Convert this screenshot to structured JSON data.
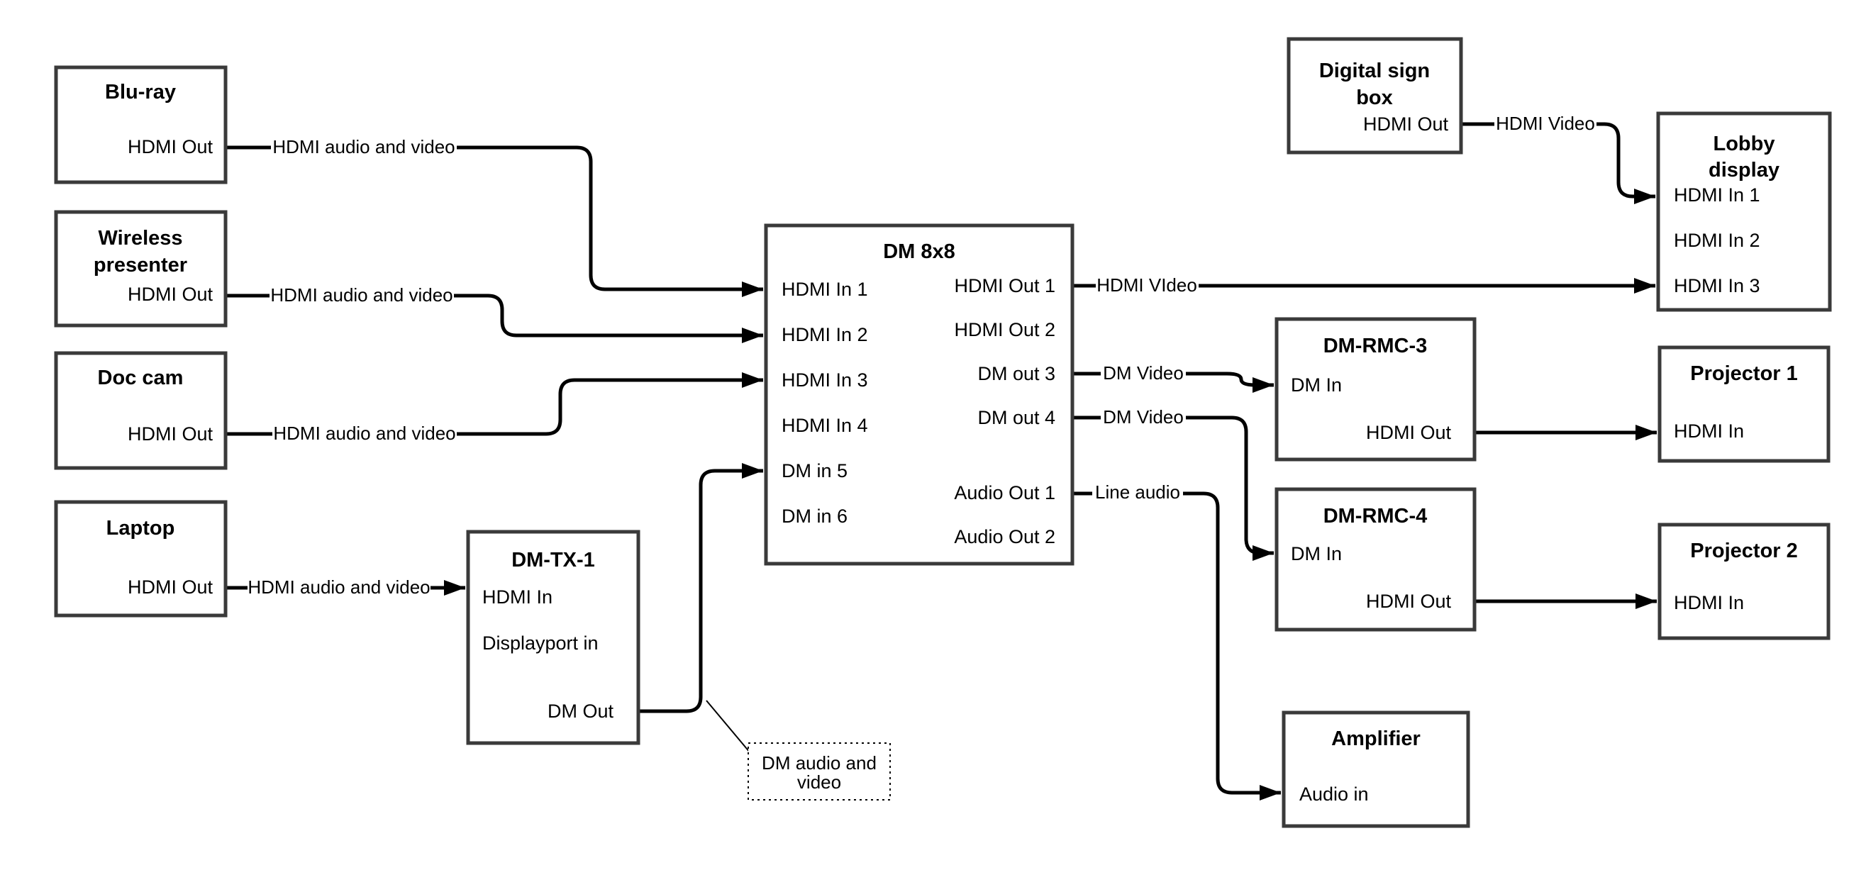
{
  "diagram": {
    "background": "#ffffff",
    "colors": {
      "connector": "#000000",
      "box_border": "#3a3a3a",
      "box_fill": "#ffffff",
      "text": "#000000"
    },
    "nodes": {
      "blu_ray": {
        "title": "Blu-ray",
        "ports": {
          "hdmi_out": "HDMI Out"
        }
      },
      "wireless_presenter": {
        "title_lines": [
          "Wireless",
          "presenter"
        ],
        "ports": {
          "hdmi_out": "HDMI Out"
        }
      },
      "doc_cam": {
        "title": "Doc cam",
        "ports": {
          "hdmi_out": "HDMI Out"
        }
      },
      "laptop": {
        "title": "Laptop",
        "ports": {
          "hdmi_out": "HDMI Out"
        }
      },
      "dm_tx_1": {
        "title": "DM-TX-1",
        "ports": {
          "hdmi_in": "HDMI In",
          "displayport_in": "Displayport in",
          "dm_out": "DM Out"
        }
      },
      "dm_8x8": {
        "title": "DM 8x8",
        "ports": {
          "hdmi_in_1": "HDMI In 1",
          "hdmi_in_2": "HDMI In 2",
          "hdmi_in_3": "HDMI In 3",
          "hdmi_in_4": "HDMI In 4",
          "dm_in_5": "DM in 5",
          "dm_in_6": "DM in 6",
          "hdmi_out_1": "HDMI Out 1",
          "hdmi_out_2": "HDMI Out 2",
          "dm_out_3": "DM out 3",
          "dm_out_4": "DM out 4",
          "audio_out_1": "Audio Out 1",
          "audio_out_2": "Audio Out 2"
        }
      },
      "digital_sign_box": {
        "title_lines": [
          "Digital sign",
          "box"
        ],
        "ports": {
          "hdmi_out": "HDMI Out"
        }
      },
      "lobby_display": {
        "title_lines": [
          "Lobby",
          "display"
        ],
        "ports": {
          "hdmi_in_1": "HDMI In 1",
          "hdmi_in_2": "HDMI In 2",
          "hdmi_in_3": "HDMI In 3"
        }
      },
      "dm_rmc_3": {
        "title": "DM-RMC-3",
        "ports": {
          "dm_in": "DM In",
          "hdmi_out": "HDMI Out"
        }
      },
      "dm_rmc_4": {
        "title": "DM-RMC-4",
        "ports": {
          "dm_in": "DM In",
          "hdmi_out": "HDMI Out"
        }
      },
      "projector_1": {
        "title": "Projector 1",
        "ports": {
          "hdmi_in": "HDMI In"
        }
      },
      "projector_2": {
        "title": "Projector 2",
        "ports": {
          "hdmi_in": "HDMI In"
        }
      },
      "amplifier": {
        "title": "Amplifier",
        "ports": {
          "audio_in": "Audio in"
        }
      }
    },
    "annotation": {
      "lines": [
        "DM audio and",
        "video"
      ]
    },
    "edge_labels": {
      "blu_ray_to_dm8x8": "HDMI audio and video",
      "wireless_to_dm8x8": "HDMI audio and video",
      "doc_cam_to_dm8x8": "HDMI audio and video",
      "laptop_to_dmtx1": "HDMI audio and video",
      "hdmi_out_1_to_lobby": "HDMI VIdeo",
      "dm_out_3_to_rmc3": "DM Video",
      "dm_out_4_to_rmc4": "DM Video",
      "audio_out_1_to_amp": "Line audio",
      "digital_sign_to_lobby": "HDMI Video"
    }
  }
}
